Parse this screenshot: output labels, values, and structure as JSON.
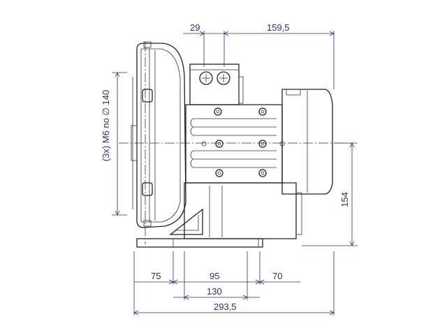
{
  "dimensions": {
    "top_left": "29",
    "top_right": "159,5",
    "left_rotated": "(3x) M6 no ∅ 140",
    "right_rotated": "154",
    "bottom_75": "75",
    "bottom_95": "95",
    "bottom_70": "70",
    "bottom_130": "130",
    "bottom_total": "293,5"
  },
  "colors": {
    "dimension": "#2b2f6e",
    "outline": "#222222"
  }
}
